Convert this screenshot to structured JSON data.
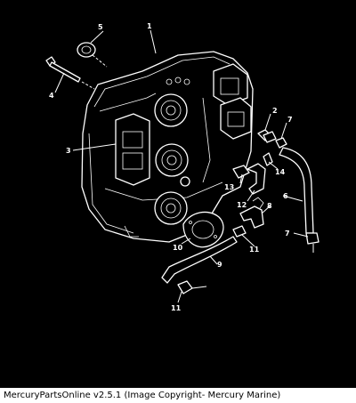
{
  "labels": {
    "l1": "1",
    "l2": "2",
    "l3": "3",
    "l4": "4",
    "l5": "5",
    "l6": "6",
    "l7a": "7",
    "l7b": "7",
    "l8": "8",
    "l9": "9",
    "l10": "10",
    "l11a": "11",
    "l11b": "11",
    "l12": "12",
    "l13": "13",
    "l14": "14"
  },
  "caption": "MercuryPartsOnline v2.5.1 (Image Copyright- Mercury Marine)",
  "colors": {
    "background": "#000000",
    "line": "#ffffff",
    "caption_bg": "#ffffff",
    "caption_text": "#000000"
  }
}
